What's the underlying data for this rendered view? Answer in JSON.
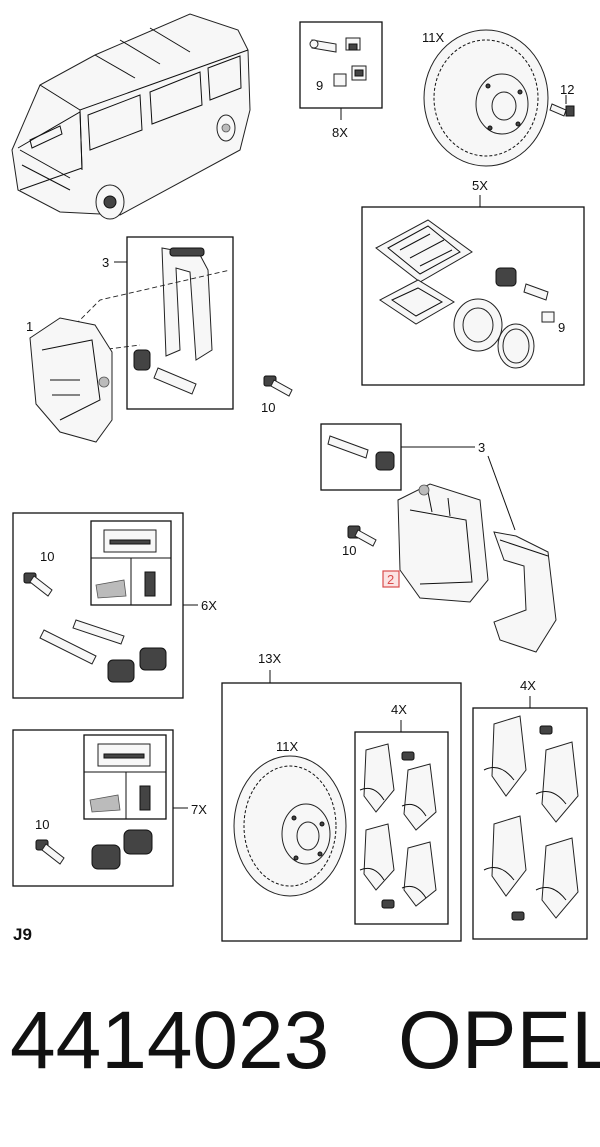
{
  "labels": {
    "l_11x_top": "11X",
    "l_12": "12",
    "l_9_kit": "9",
    "l_8x": "8X",
    "l_5x": "5X",
    "l_9_5x": "9",
    "l_3_top": "3",
    "l_1": "1",
    "l_10_a": "10",
    "l_3_right": "3",
    "l_10_b": "10",
    "l_2": "2",
    "l_10_6x": "10",
    "l_6x": "6X",
    "l_10_7x": "10",
    "l_7x": "7X",
    "l_13x": "13X",
    "l_11x_13": "11X",
    "l_4x_a": "4X",
    "l_4x_b": "4X"
  },
  "sheet_code": "J9",
  "part_number": "4414023",
  "brand": "OPEL",
  "colors": {
    "line": "#111111",
    "highlight": "#d94c4c",
    "highlight_fill": "#fbe3e3"
  }
}
